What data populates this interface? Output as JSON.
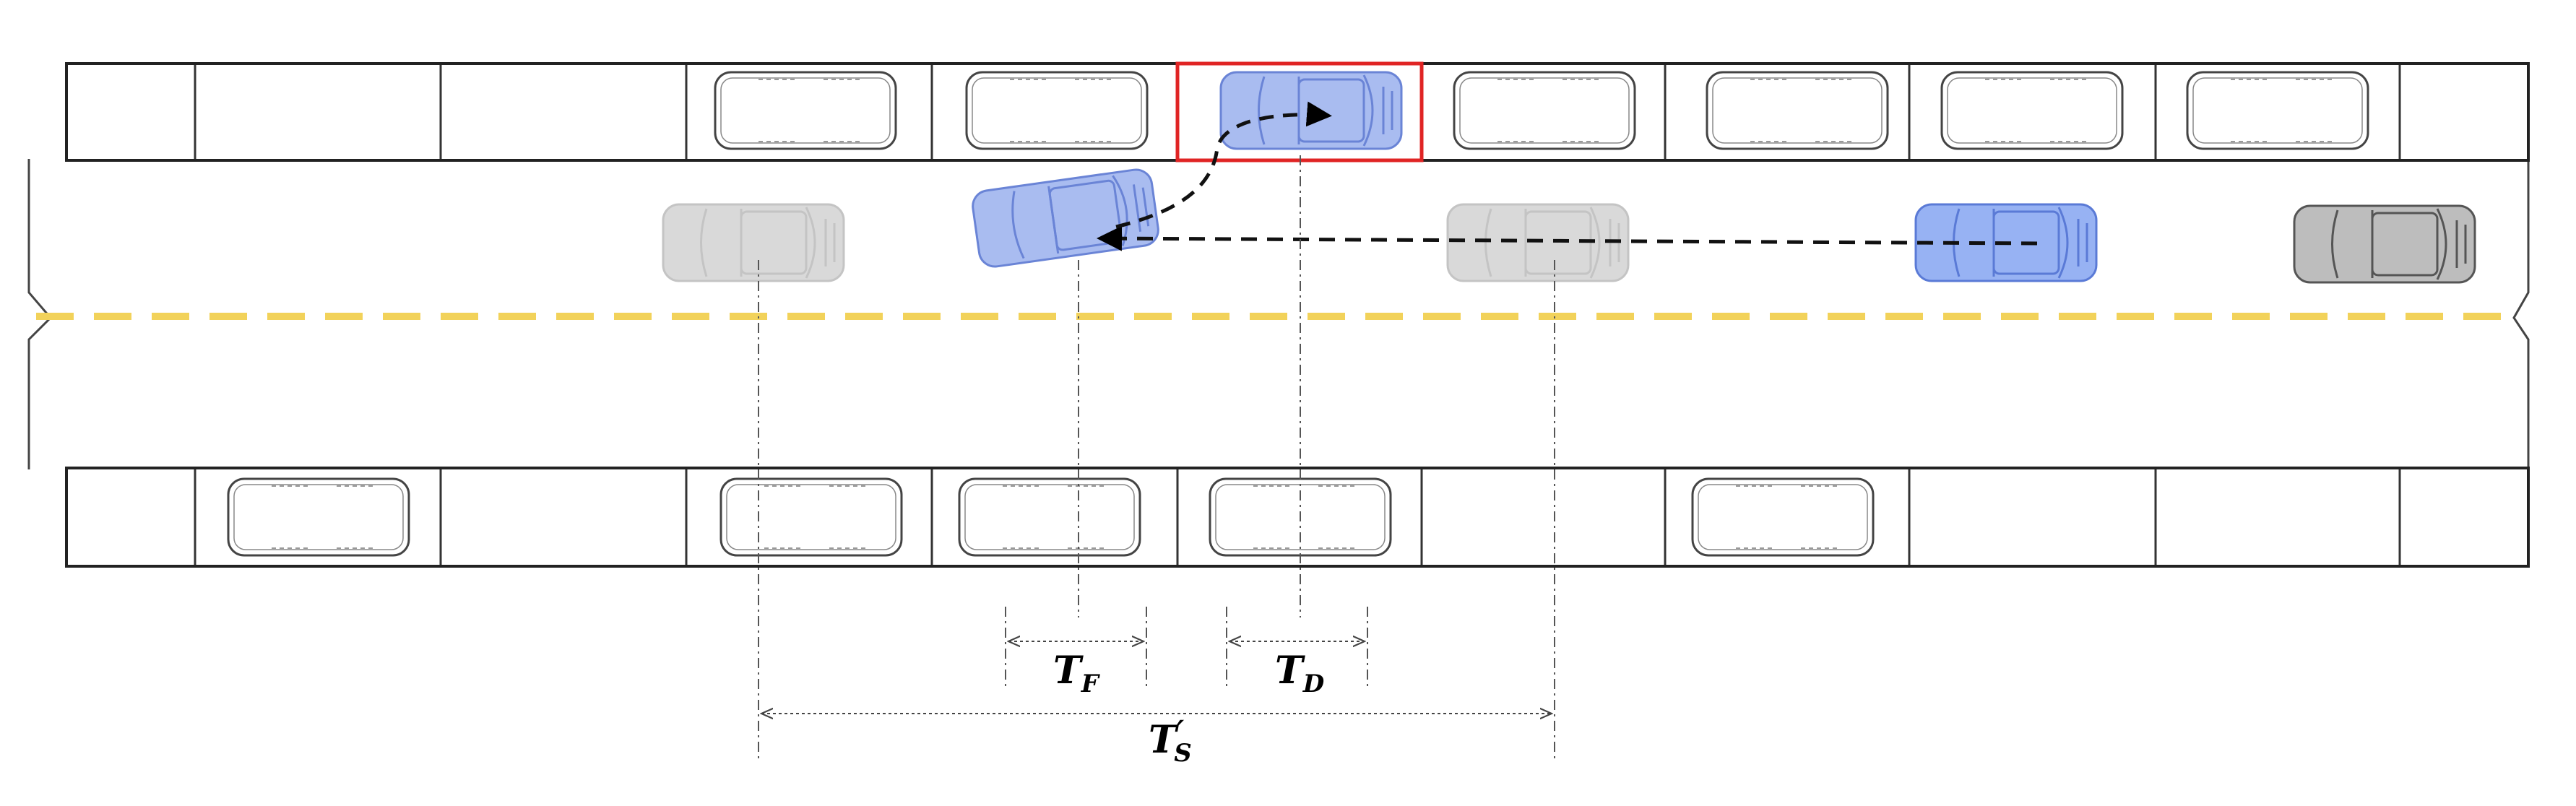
{
  "labels": {
    "t_f": {
      "main": "T",
      "sub": "F"
    },
    "t_d": {
      "main": "T",
      "sub": "D"
    },
    "t_s": {
      "main": "T",
      "prime": "′",
      "sub": "S"
    }
  },
  "colors": {
    "background": "#ffffff",
    "outline": "#333333",
    "lane_divider": "#f2d25a",
    "target_spot_border": "#e02424",
    "maneuvering_car": "#a9bcf0",
    "maneuvering_car_edge": "#6a84d6",
    "queued_car": "#97b2f3",
    "ghost_car": "#d8d8d8",
    "leading_car": "#bdbdbd",
    "parked_car": "#ffffff",
    "dimension_lines": "#555555"
  },
  "scene": {
    "top_row_spots": 11,
    "bottom_row_spots": 11,
    "parked_top_spot_indices": [
      3,
      4,
      6,
      7,
      8,
      9
    ],
    "parked_bottom_spot_indices": [
      1,
      3,
      4,
      5,
      7
    ],
    "target_spot_index": 5
  }
}
